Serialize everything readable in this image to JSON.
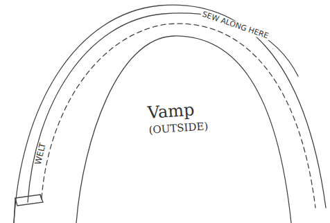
{
  "diagram": {
    "labels": [
      "SEW ALONG HERE",
      "WELT",
      "Vamp",
      "(OUTSIDE)"
    ]
  }
}
